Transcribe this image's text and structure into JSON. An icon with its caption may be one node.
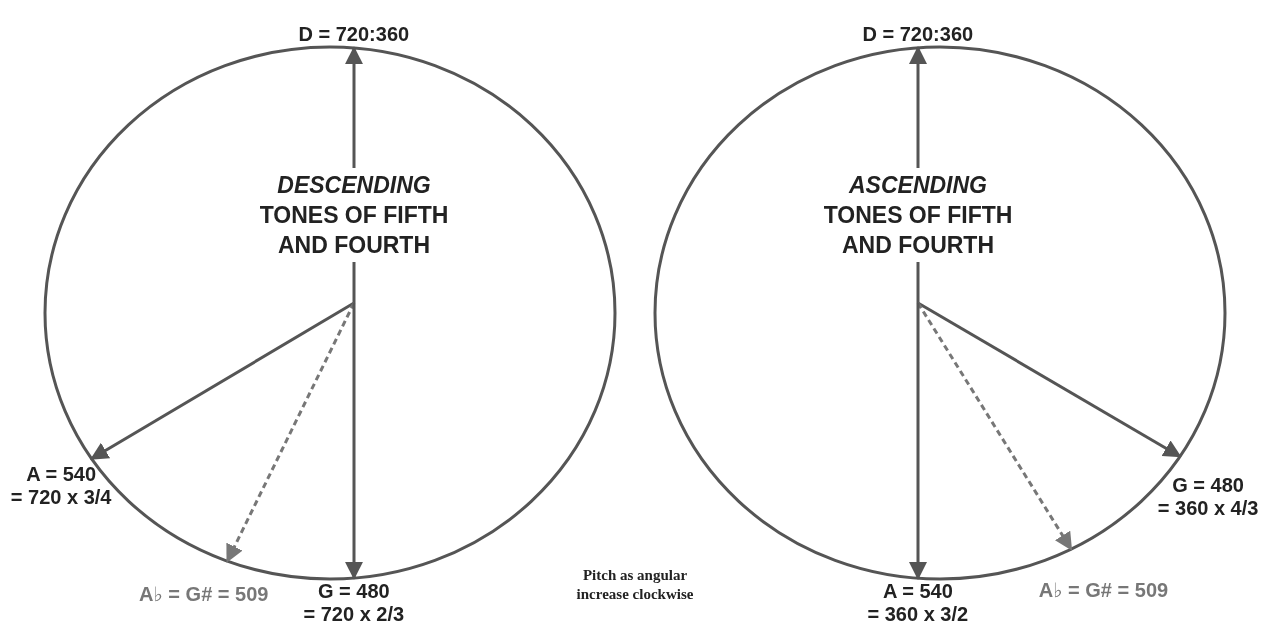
{
  "diagram": {
    "nodes": [
      {
        "text": [
          "*DESCENDING* TONES OF FIFTH AND FOURTH"
        ]
      },
      {
        "text": [
          "D = 720:360"
        ]
      },
      {
        "text": [
          "A = 540",
          "= 720 x 3/4"
        ]
      },
      {
        "text": [
          "A♭ = G# = 509"
        ]
      },
      {
        "text": [
          "G = 480",
          "= 720 x 2/3"
        ]
      },
      {
        "text": [
          "*ASCENDING* TONES OF FIFTH AND FOURTH"
        ]
      },
      {
        "text": [
          "D = 720:360"
        ]
      },
      {
        "text": [
          "G = 480",
          "= 360 x 4/3"
        ]
      },
      {
        "text": [
          "A♭ = G# = 509"
        ]
      },
      {
        "text": [
          "A = 540",
          "= 360 x 3/2"
        ]
      }
    ],
    "edges": [
      {
        "from": 0,
        "to": 1,
        "arrow": "to"
      },
      {
        "from": 0,
        "to": 2,
        "arrow": "to"
      },
      {
        "from": 0,
        "to": 3,
        "arrow": "to",
        "style": "dashed",
        "color": "#777777"
      },
      {
        "from": 0,
        "to": 4,
        "arrow": "to"
      },
      {
        "from": 5,
        "to": 6,
        "arrow": "to"
      },
      {
        "from": 5,
        "to": 7,
        "arrow": "to"
      },
      {
        "from": 5,
        "to": 8,
        "arrow": "to",
        "style": "dashed",
        "color": "#777777"
      },
      {
        "from": 5,
        "to": 9,
        "arrow": "to"
      }
    ],
    "labels": [
      "Pitch as angular increase clockwise"
    ]
  }
}
